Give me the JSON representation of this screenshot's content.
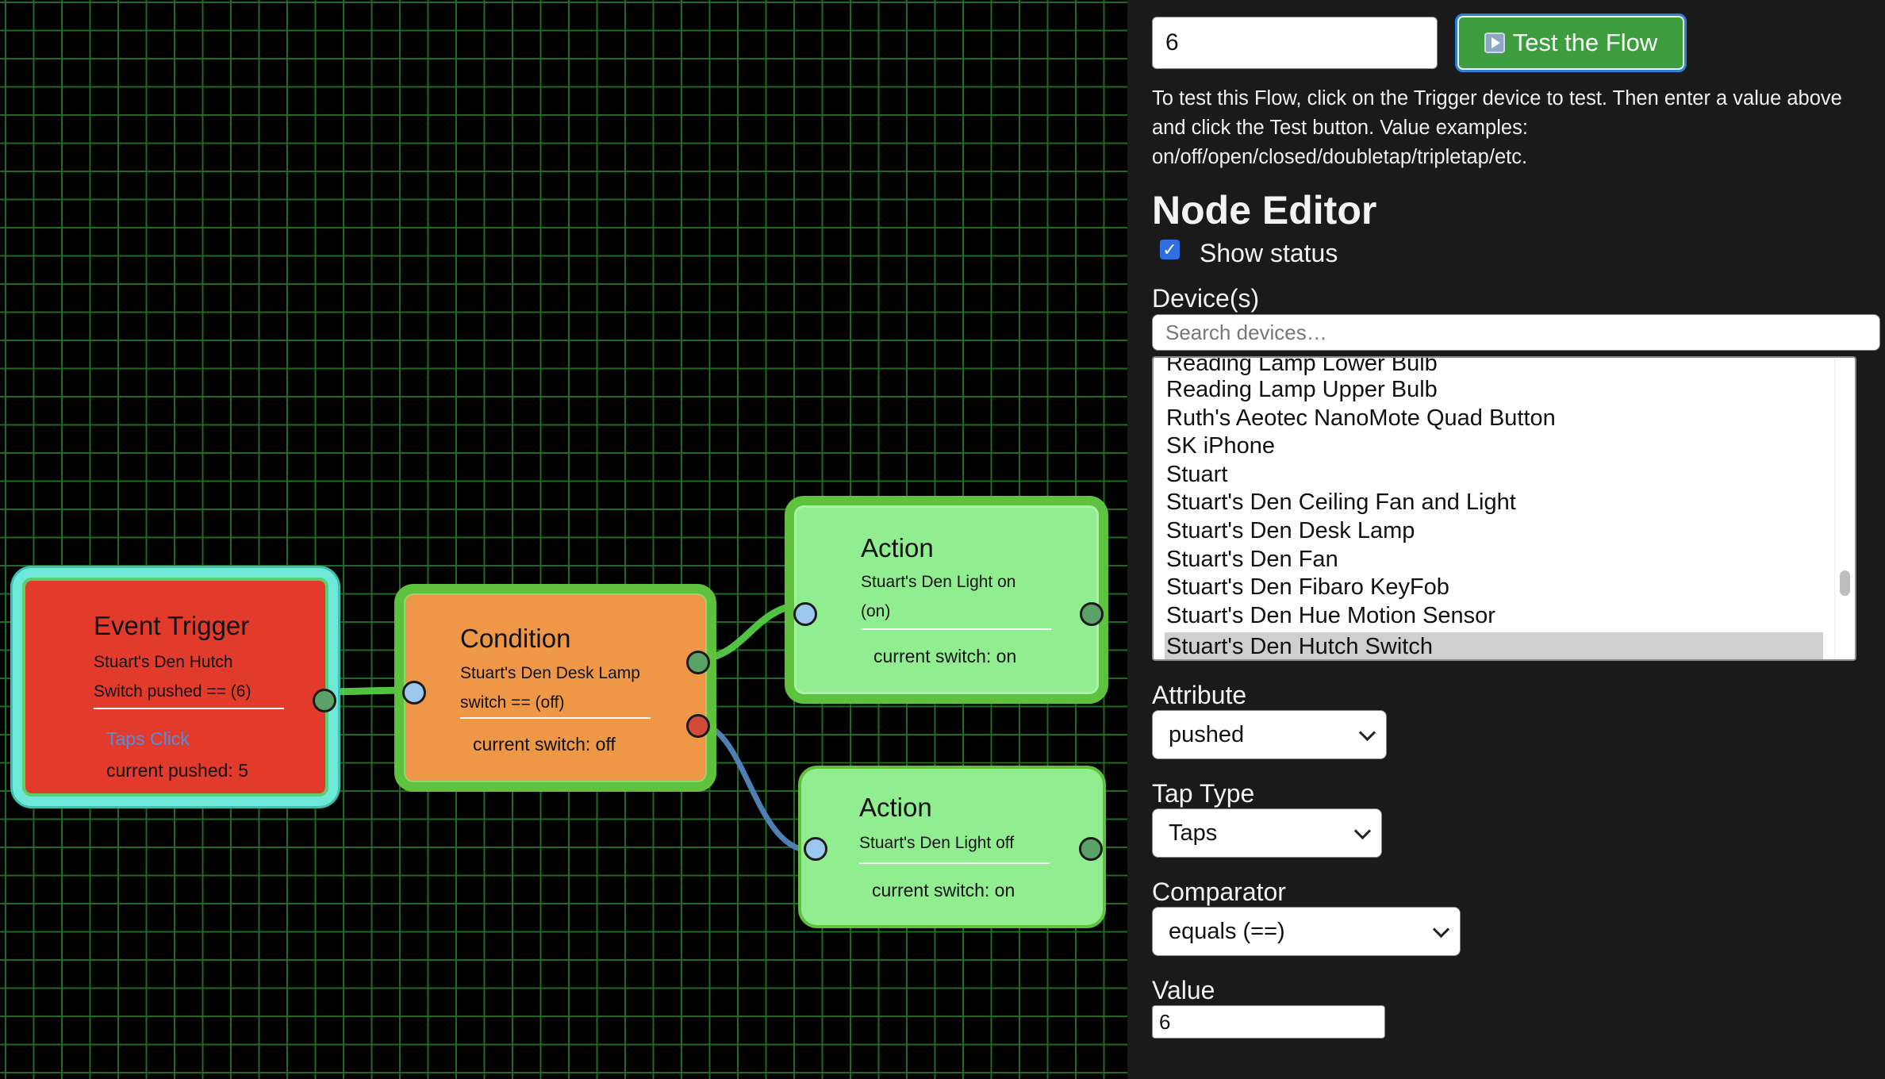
{
  "canvas": {
    "trigger": {
      "title": "Event Trigger",
      "desc_line1": "Stuart's Den Hutch",
      "desc_line2": "Switch pushed == (6)",
      "link": "Taps Click",
      "status": "current pushed: 5"
    },
    "condition": {
      "title": "Condition",
      "desc_line1": "Stuart's Den Desk Lamp",
      "desc_line2": "switch == (off)",
      "status": "current switch: off"
    },
    "action_on": {
      "title": "Action",
      "desc_line1": "Stuart's Den Light on",
      "desc_line2": "(on)",
      "status": "current switch: on"
    },
    "action_off": {
      "title": "Action",
      "desc_line1": "Stuart's Den Light off",
      "status": "current switch: on"
    },
    "colors": {
      "trigger": "#e23a2b",
      "condition": "#ee9746",
      "action": "#90ee90",
      "wire_true": "#5ad64a",
      "wire_false": "#4f7fb3",
      "grid": "#1f6b1f"
    }
  },
  "panel": {
    "test_value": "6",
    "test_button_label": "Test the Flow",
    "test_button_icon": "play-icon",
    "help_text": "To test this Flow, click on the Trigger device to test. Then enter a value above and click the Test button. Value examples: on/off/open/closed/doubletap/tripletap/etc.",
    "heading": "Node Editor",
    "show_status_label": "Show status",
    "show_status_checked": true,
    "devices_label": "Device(s)",
    "search_placeholder": "Search devices…",
    "devices": [
      "Reading Lamp Lower Bulb",
      "Reading Lamp Upper Bulb",
      "Ruth's Aeotec NanoMote Quad Button",
      "SK iPhone",
      "Stuart",
      "Stuart's Den Ceiling Fan and Light",
      "Stuart's Den Desk Lamp",
      "Stuart's Den Fan",
      "Stuart's Den Fibaro KeyFob",
      "Stuart's Den Hue Motion Sensor",
      "Stuart's Den Hutch Switch"
    ],
    "selected_device": "Stuart's Den Hutch Switch",
    "attribute_label": "Attribute",
    "attribute_value": "pushed",
    "tap_type_label": "Tap Type",
    "tap_type_value": "Taps",
    "comparator_label": "Comparator",
    "comparator_value": "equals (==)",
    "value_label": "Value",
    "value_value": "6"
  }
}
